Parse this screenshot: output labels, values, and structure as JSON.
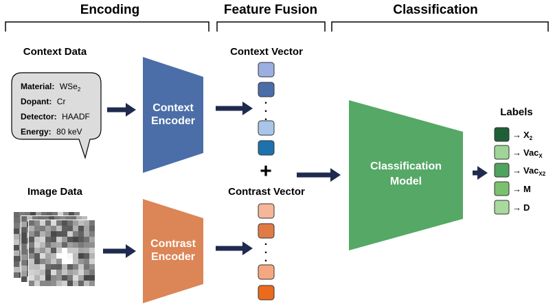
{
  "sections": {
    "encoding": "Encoding",
    "feature_fusion": "Feature Fusion",
    "classification": "Classification"
  },
  "inputs": {
    "context_title": "Context Data",
    "image_title": "Image Data"
  },
  "context_bubble": [
    {
      "key": "Material:",
      "value": "WSe",
      "sub": "2"
    },
    {
      "key": "Dopant:",
      "value": "Cr",
      "sub": ""
    },
    {
      "key": "Detector:",
      "value": "HAADF",
      "sub": ""
    },
    {
      "key": "Energy:",
      "value": "80 keV",
      "sub": ""
    }
  ],
  "encoders": {
    "context_line1": "Context",
    "context_line2": "Encoder",
    "contrast_line1": "Contrast",
    "contrast_line2": "Encoder"
  },
  "vectors": {
    "context_title": "Context Vector",
    "contrast_title": "Contrast Vector",
    "plus": "+",
    "dot": "."
  },
  "model": {
    "line1": "Classification",
    "line2": "Model"
  },
  "labels": {
    "title": "Labels",
    "arrow": "→",
    "items": [
      {
        "main": "X",
        "sub": "2",
        "color": "#1f5f35"
      },
      {
        "main": "Vac",
        "sub": "X",
        "color": "#9fd596"
      },
      {
        "main": "Vac",
        "sub": "X2",
        "color": "#4fa35f"
      },
      {
        "main": "M",
        "sub": "",
        "color": "#7bc06e"
      },
      {
        "main": "D",
        "sub": "",
        "color": "#a8d99e"
      }
    ]
  },
  "colors": {
    "context_encoder": "#4b6ea9",
    "contrast_encoder": "#dc8556",
    "classification_model": "#55a865",
    "arrow": "#1f2a4f",
    "context_vector": [
      "#9dafe0",
      "#4b6ea9",
      "#a9c6ea",
      "#1d72ad"
    ],
    "contrast_vector": [
      "#f6b69a",
      "#e07b47",
      "#f4a882",
      "#eb6a1c"
    ]
  }
}
